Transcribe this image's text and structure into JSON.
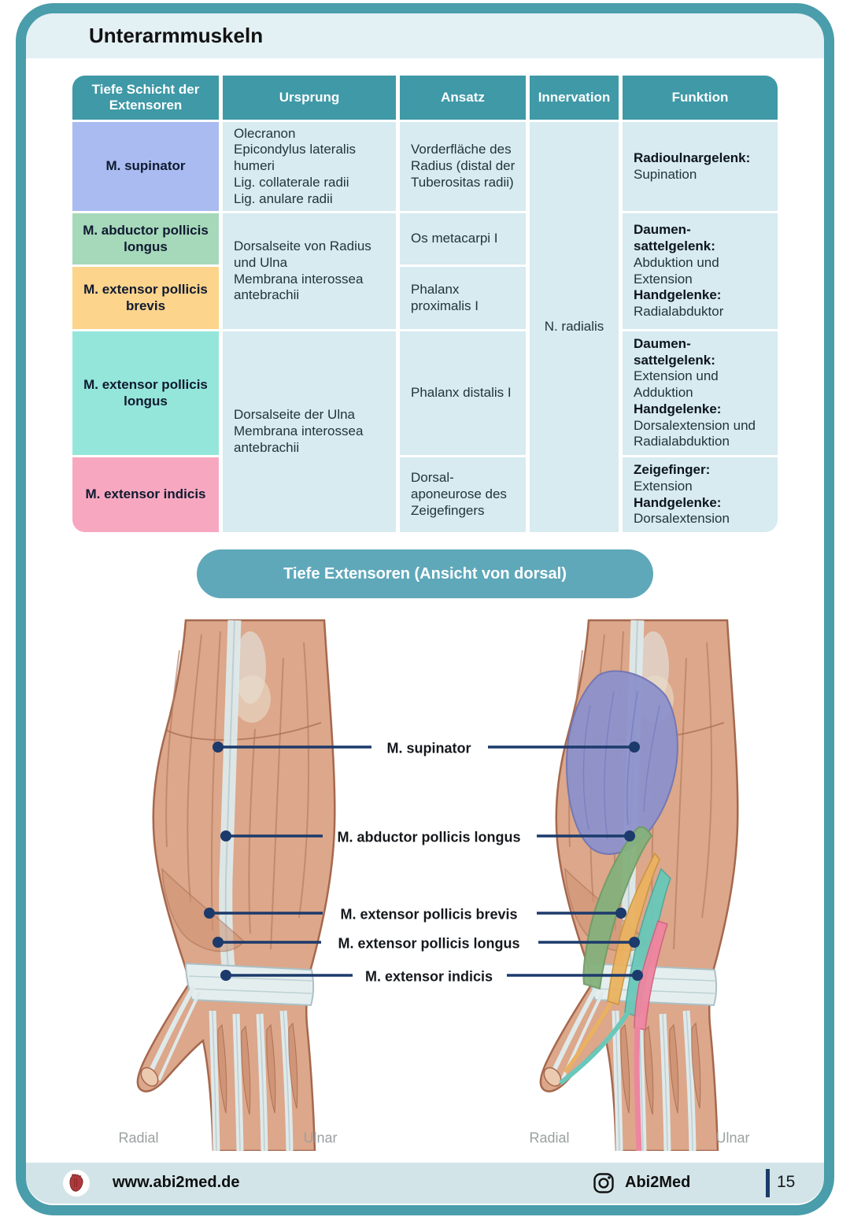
{
  "header": {
    "title": "Unterarmmuskeln"
  },
  "table": {
    "headers": [
      "Tiefe Schicht der Extensoren",
      "Ursprung",
      "Ansatz",
      "Innervation",
      "Funktion"
    ],
    "rows": {
      "supinator": {
        "name": "M. supinator",
        "color": "#a9bbf0",
        "ursprung": [
          "Olecranon",
          "Epicondylus lateralis humeri",
          "Lig. collaterale radii",
          "Lig. anulare radii"
        ],
        "ansatz": "Vorderfläche des Radius (distal der Tuberositas radii)",
        "funktion": {
          "h1": "Radioulnargelenk:",
          "t1": "Supination"
        }
      },
      "abductor": {
        "name": "M. abductor pollicis longus",
        "color": "#a6d8ba",
        "ansatz": "Os metacarpi I"
      },
      "brevis": {
        "name": "M. extensor pollicis brevis",
        "color": "#fcd48c",
        "ansatz": "Phalanx proximalis I"
      },
      "longus": {
        "name": "M. extensor pollicis longus",
        "color": "#94e6da",
        "ansatz": "Phalanx distalis I"
      },
      "indicis": {
        "name": "M. extensor indicis",
        "color": "#f7a8c0",
        "ansatz": "Dorsal-\naponeurose des Zeigefingers"
      }
    },
    "ursprung_abductor_brevis": [
      "Dorsalseite von Radius und Ulna",
      "Membrana interossea antebrachii"
    ],
    "ursprung_longus_indicis": [
      "Dorsalseite der Ulna",
      "Membrana interossea antebrachii"
    ],
    "innervation": "N. radialis",
    "funktion_daumen_1": {
      "h1": "Daumen-\nsattelgelenk:",
      "t1": "Abduktion und Extension",
      "h2": "Handgelenke:",
      "t2": "Radialabduktor"
    },
    "funktion_daumen_2": {
      "h1": "Daumen-\nsattelgelenk:",
      "t1": "Extension und Adduktion",
      "h2": "Handgelenke:",
      "t2": "Dorsalextension und Radialabduktion"
    },
    "funktion_zeigefinger": {
      "h1": "Zeigefinger:",
      "t1": "Extension",
      "h2": "Handgelenke:",
      "t2": "Dorsalextension"
    }
  },
  "banner": {
    "label": "Tiefe Extensoren (Ansicht von dorsal)"
  },
  "figure": {
    "labels": {
      "supinator": "M. supinator",
      "abductor": "M. abductor pollicis longus",
      "brevis": "M. extensor pollicis brevis",
      "longus": "M. extensor pollicis longus",
      "indicis": "M. extensor indicis"
    },
    "direction_labels": {
      "radial": "Radial",
      "ulnar": "Ulnar"
    },
    "muscle_colors": {
      "supinator": "#8e93cb",
      "abductor": "#85b17c",
      "brevis": "#eab25f",
      "longus": "#69c8ba",
      "indicis": "#ee85a0"
    }
  },
  "footer": {
    "website": "www.abi2med.de",
    "instagram_handle": "Abi2Med",
    "page_number": "15"
  },
  "colors": {
    "frame": "#4a9daa",
    "title_band": "#e3f0f4",
    "table_header": "#3f99a7",
    "table_cell": "#d7ebf1",
    "banner": "#5fa8ba",
    "leader_line": "#1c3a6b",
    "footer_band": "#d2e4e8"
  }
}
